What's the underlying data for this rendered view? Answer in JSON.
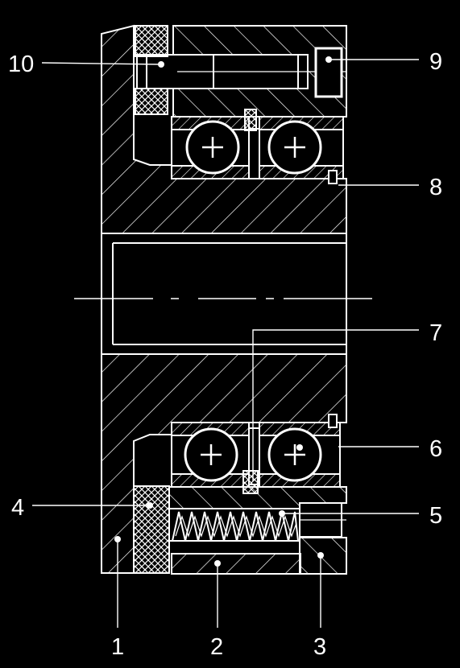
{
  "labels": {
    "n1": "1",
    "n2": "2",
    "n3": "3",
    "n4": "4",
    "n5": "5",
    "n6": "6",
    "n7": "7",
    "n8": "8",
    "n9": "9",
    "n10": "10"
  },
  "colors": {
    "background": "#000000",
    "line": "#ffffff"
  }
}
